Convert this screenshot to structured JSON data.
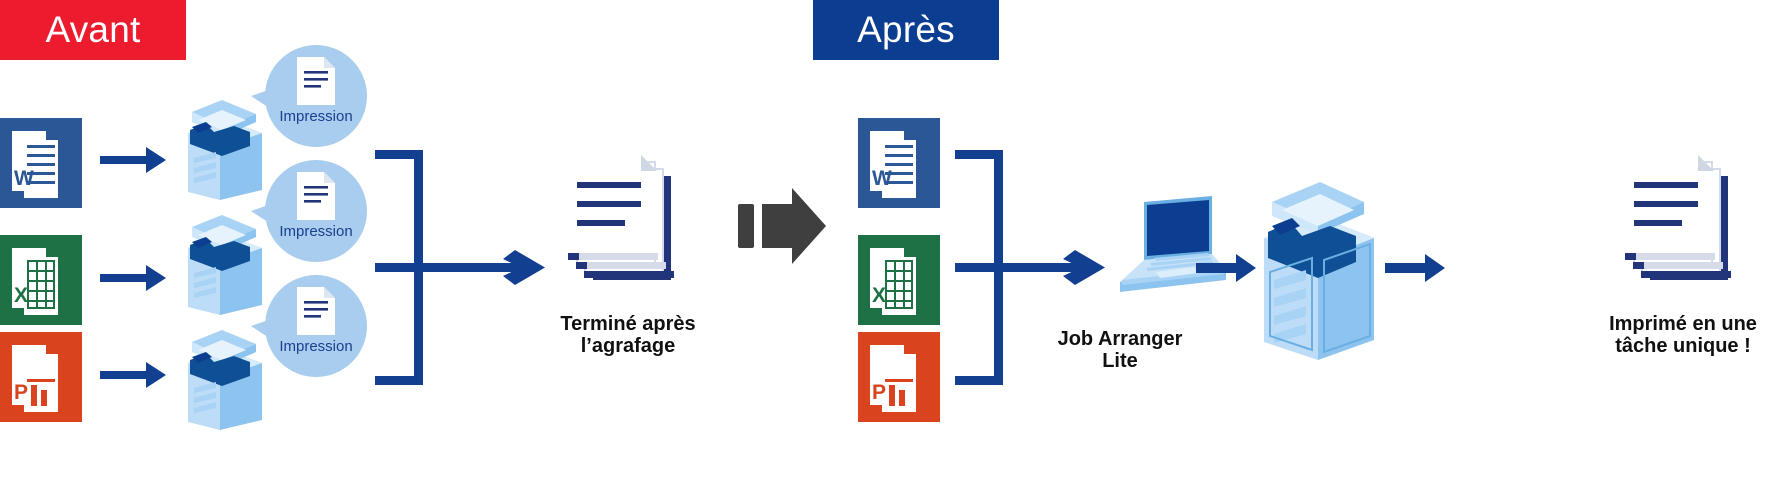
{
  "headers": {
    "before": {
      "label": "Avant",
      "color": "#ed1b2e"
    },
    "after": {
      "label": "Après",
      "color": "#0b3d91"
    }
  },
  "palette": {
    "accent_blue": "#0b3d91",
    "arrow_blue": "#123f8f",
    "bubble_blue": "#a8cdee",
    "printer_light": "#bcdcf7",
    "printer_mid": "#8cc4ef",
    "printer_dark": "#0e4f95",
    "word_blue": "#2b5797",
    "excel_green": "#1e7145",
    "ppt_orange": "#d9441f",
    "gray_arrow": "#3f3f3f",
    "doc_line": "#22357a"
  },
  "before_section": {
    "sources": [
      {
        "name": "word-file-icon",
        "letter": "W",
        "color": "#2b5797"
      },
      {
        "name": "excel-file-icon",
        "letter": "X",
        "color": "#1e7145"
      },
      {
        "name": "ppt-file-icon",
        "letter": "P",
        "color": "#d9441f"
      }
    ],
    "printers": [
      {
        "name": "printer-1"
      },
      {
        "name": "printer-2"
      },
      {
        "name": "printer-3"
      }
    ],
    "bubbles": [
      {
        "label": "Impression"
      },
      {
        "label": "Impression"
      },
      {
        "label": "Impression"
      }
    ],
    "result_caption": "Terminé après\nl’agrafage"
  },
  "transition": {
    "icon": "right-arrow-icon"
  },
  "after_section": {
    "sources": [
      {
        "name": "word-file-icon",
        "letter": "W",
        "color": "#2b5797"
      },
      {
        "name": "excel-file-icon",
        "letter": "X",
        "color": "#1e7145"
      },
      {
        "name": "ppt-file-icon",
        "letter": "P",
        "color": "#d9441f"
      }
    ],
    "software_caption": "Job Arranger\nLite",
    "printer": {
      "name": "printer-4"
    },
    "result_caption": "Imprimé en une\ntâche unique !"
  }
}
